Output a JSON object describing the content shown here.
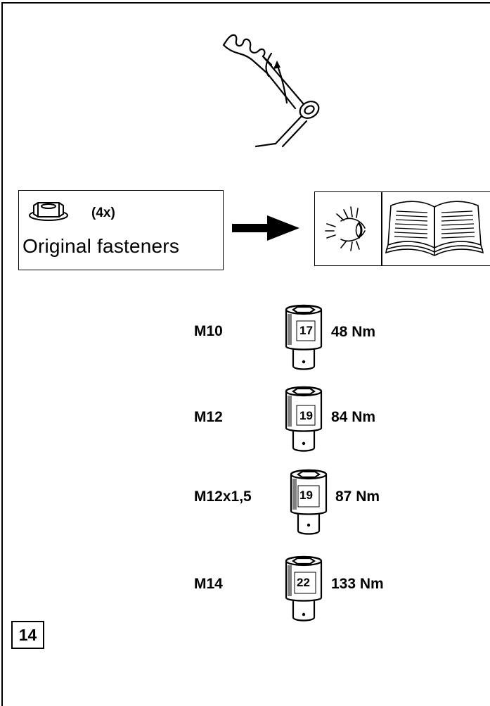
{
  "fastener": {
    "icon": "hex-nut-icon",
    "quantity": "(4x)",
    "label": "Original fasteners"
  },
  "reference_icons": [
    "eye-icon",
    "book-icon"
  ],
  "torque_specs": [
    {
      "thread": "M10",
      "socket": "17",
      "torque": "48 Nm"
    },
    {
      "thread": "M12",
      "socket": "19",
      "torque": "84 Nm"
    },
    {
      "thread": "M12x1,5",
      "socket": "19",
      "torque": "87 Nm"
    },
    {
      "thread": "M14",
      "socket": "22",
      "torque": "133 Nm"
    }
  ],
  "page_number": "14"
}
